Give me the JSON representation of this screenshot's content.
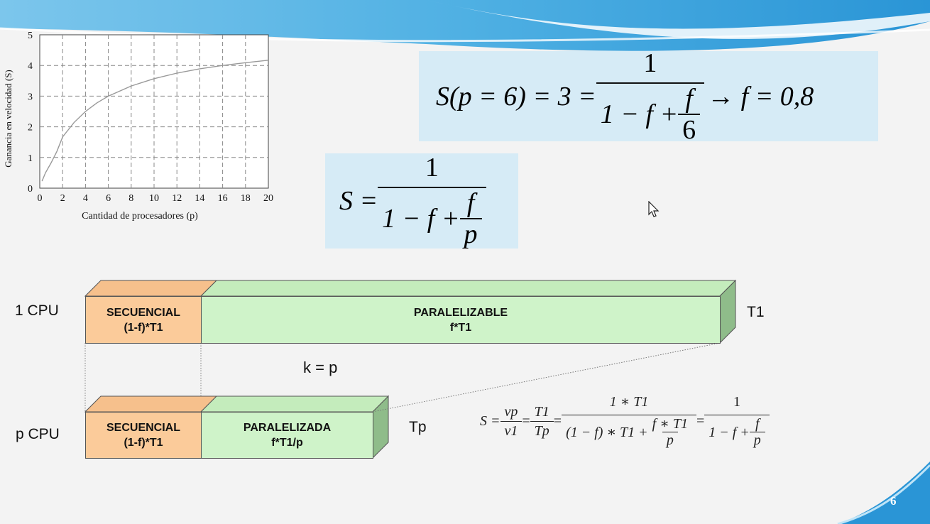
{
  "slide": {
    "page_number": "6",
    "colors": {
      "background": "#f3f3f3",
      "formula_bg": "#d6ebf6",
      "secuencial": "#fbcb9a",
      "paralelo": "#cff3c9",
      "wave_accent": "#36a3dc"
    }
  },
  "chart_data": {
    "type": "line",
    "title": "",
    "xlabel": "Cantidad de procesadores (p)",
    "ylabel": "Ganancia en velocidad (S)",
    "xlim": [
      0,
      20
    ],
    "ylim": [
      0,
      5
    ],
    "xticks": [
      "0",
      "2",
      "4",
      "6",
      "8",
      "10",
      "12",
      "14",
      "16",
      "18",
      "20"
    ],
    "yticks": [
      "0",
      "1",
      "2",
      "3",
      "4",
      "5"
    ],
    "grid": true,
    "series": [
      {
        "name": "",
        "color": "#999999",
        "x": [
          0.2,
          0.5,
          1,
          1.5,
          2,
          3,
          4,
          5,
          6,
          8,
          10,
          12,
          14,
          16,
          18,
          20
        ],
        "y": [
          0.23,
          0.5,
          0.83,
          1.2,
          1.67,
          2.14,
          2.5,
          2.78,
          3.0,
          3.33,
          3.57,
          3.75,
          3.89,
          4.0,
          4.09,
          4.17
        ]
      }
    ]
  },
  "formula_top": {
    "lhs": "S(p = 6) = 3 = ",
    "num": "1",
    "den_prefix": "1 − f + ",
    "den_frac_num": "f",
    "den_frac_den": "6",
    "rhs": "→ f = 0,8"
  },
  "formula_general": {
    "lhs": "S = ",
    "num": "1",
    "den_prefix": "1 − f + ",
    "den_frac_num": "f",
    "den_frac_den": "p"
  },
  "diagram": {
    "row1_label": "1 CPU",
    "row2_label": "p CPU",
    "k_label": "k = p",
    "t1_label": "T1",
    "tp_label": "Tp",
    "row1_seq": [
      "SECUENCIAL",
      "(1-f)*T1"
    ],
    "row1_par": [
      "PARALELIZABLE",
      "f*T1"
    ],
    "row2_seq": [
      "SECUENCIAL",
      "(1-f)*T1"
    ],
    "row2_par": [
      "PARALELIZADA",
      "f*T1/p"
    ]
  },
  "formula_chain": {
    "s": "S = ",
    "f1_num": "vp",
    "f1_den": "v1",
    "eq": "=",
    "f2_num": "T1",
    "f2_den": "Tp",
    "f3_num": "1 ∗ T1",
    "f3_den_prefix": "(1 − f) ∗ T1 + ",
    "f3_den_num": "f ∗ T1",
    "f3_den_den": "p",
    "f4_num": "1",
    "f4_den_prefix": "1 − f + ",
    "f4_den_num": "f",
    "f4_den_den": "p"
  }
}
